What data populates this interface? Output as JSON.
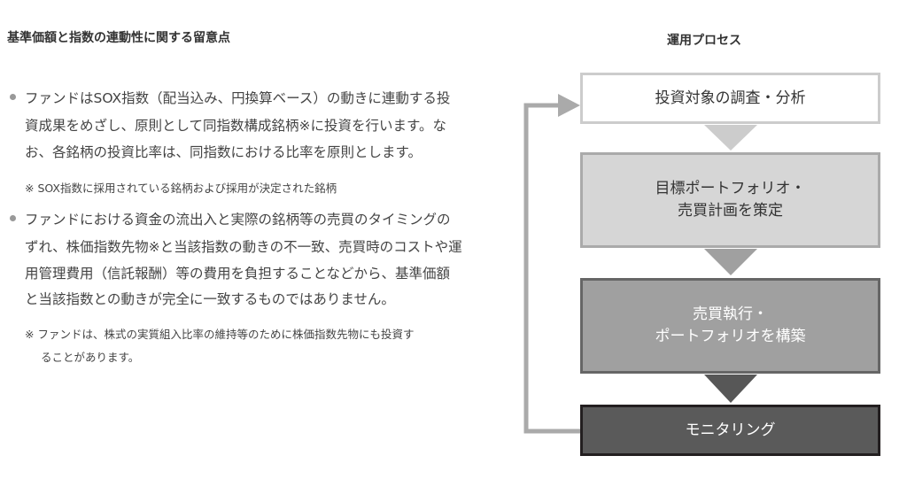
{
  "title": "基準価額と指数の連動性に関する留意点",
  "bullets": [
    {
      "lines": [
        "ファンドはSOX指数（配当込み、円換算ベース）の動きに連動する投",
        "資成果をめざし、原則として同指数構成銘柄※に投資を行います。な",
        "お、各銘柄の投資比率は、同指数における比率を原則とします。"
      ],
      "note": [
        "※ SOX指数に採用されている銘柄および採用が決定された銘柄"
      ]
    },
    {
      "lines": [
        "ファンドにおける資金の流出入と実際の銘柄等の売買のタイミングの",
        "ずれ、株価指数先物※と当該指数の動きの不一致、売買時のコストや運",
        "用管理費用（信託報酬）等の費用を負担することなどから、基準価額",
        "と当該指数との動きが完全に一致するものではありません。"
      ],
      "note": [
        "※ ファンドは、株式の実質組入比率の維持等のために株価指数先物にも投資す",
        "ることがあります。"
      ]
    }
  ],
  "process": {
    "title": "運用プロセス",
    "steps": [
      {
        "lines": [
          "投資対象の調査・分析"
        ]
      },
      {
        "lines": [
          "目標ポートフォリオ・",
          "売買計画を策定"
        ]
      },
      {
        "lines": [
          "売買執行・",
          "ポートフォリオを構築"
        ]
      },
      {
        "lines": [
          "モニタリング"
        ]
      }
    ]
  }
}
